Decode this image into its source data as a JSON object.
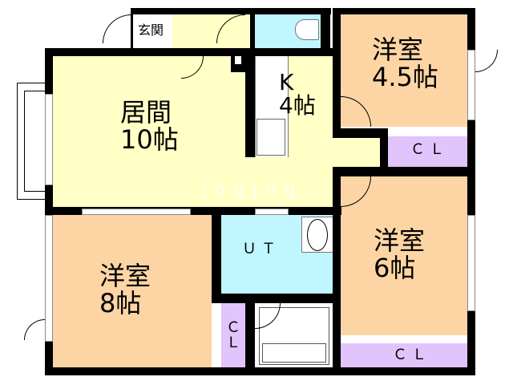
{
  "floorplan": {
    "rooms": {
      "genkan": {
        "label": "玄関"
      },
      "living": {
        "label": "居間\n10帖",
        "name": "居間",
        "size": "10帖"
      },
      "kitchen": {
        "label": "K\n4帖",
        "name": "K",
        "size": "4帖"
      },
      "west_room_45": {
        "label": "洋室\n4.5帖",
        "name": "洋室",
        "size": "4.5帖"
      },
      "west_room_6": {
        "label": "洋室\n6帖",
        "name": "洋室",
        "size": "6帖"
      },
      "west_room_8": {
        "label": "洋室\n8帖",
        "name": "洋室",
        "size": "8帖"
      },
      "ut": {
        "label": "ＵＴ"
      },
      "closet_top": {
        "label": "ＣＬ"
      },
      "closet_bottom_right": {
        "label": "ＣＬ"
      },
      "closet_bottom_left": {
        "label": "Ｃ\nＬ"
      }
    },
    "watermark": "jogjog",
    "colors": {
      "living": "#ffffc6",
      "western": "#fdd5a5",
      "water": "#bff6ff",
      "closet": "#e0c4fb",
      "wall": "#000000",
      "genkan": "#ffffff"
    }
  }
}
